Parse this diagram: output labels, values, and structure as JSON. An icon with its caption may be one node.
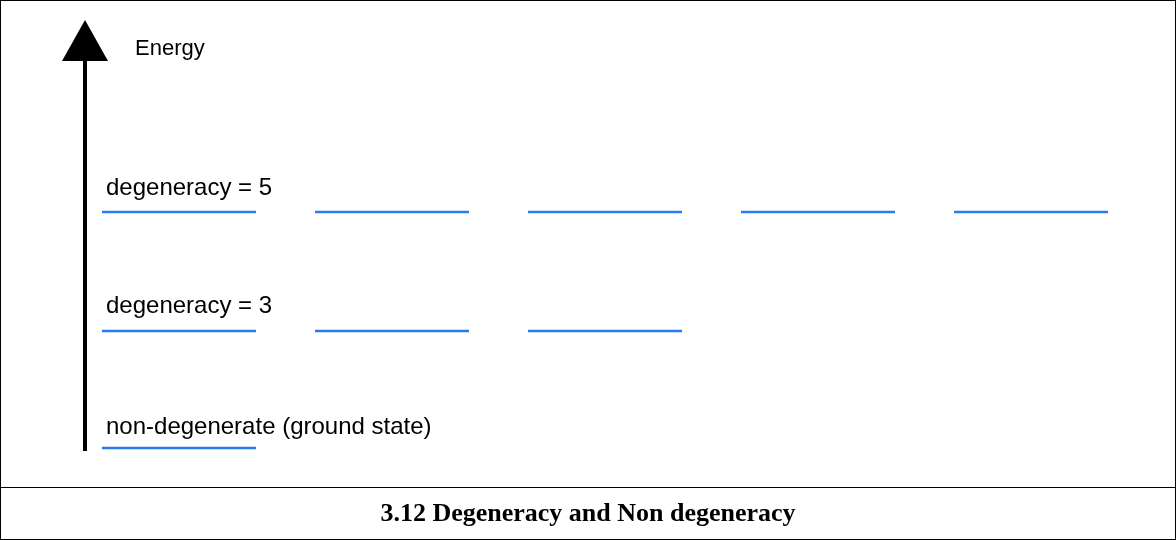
{
  "diagram": {
    "caption": "3.12 Degeneracy and Non degeneracy",
    "labels": [
      "Energy",
      "degeneracy = 5",
      "degeneracy = 3",
      "non-degenerate (ground state)"
    ]
  }
}
